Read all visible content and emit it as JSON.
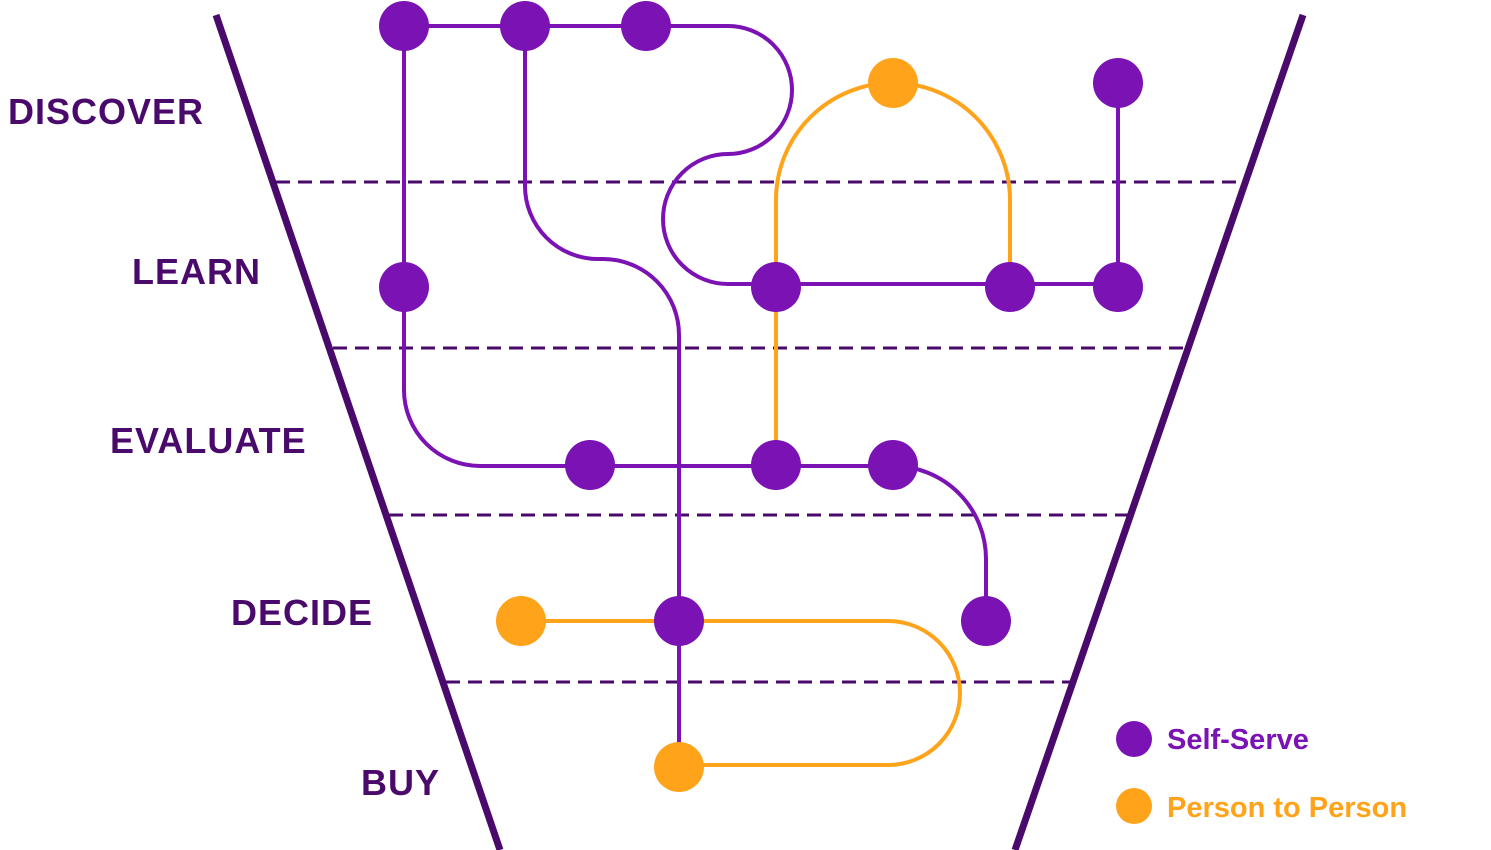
{
  "stages": [
    "DISCOVER",
    "LEARN",
    "EVALUATE",
    "DECIDE",
    "BUY"
  ],
  "legend": {
    "self_serve": "Self-Serve",
    "person_to_person": "Person to Person"
  },
  "colors": {
    "funnel": "#4a0a6b",
    "self_serve": "#7b12b3",
    "person_to_person": "#ffa31a",
    "stage_text": "#4a0a6b"
  }
}
